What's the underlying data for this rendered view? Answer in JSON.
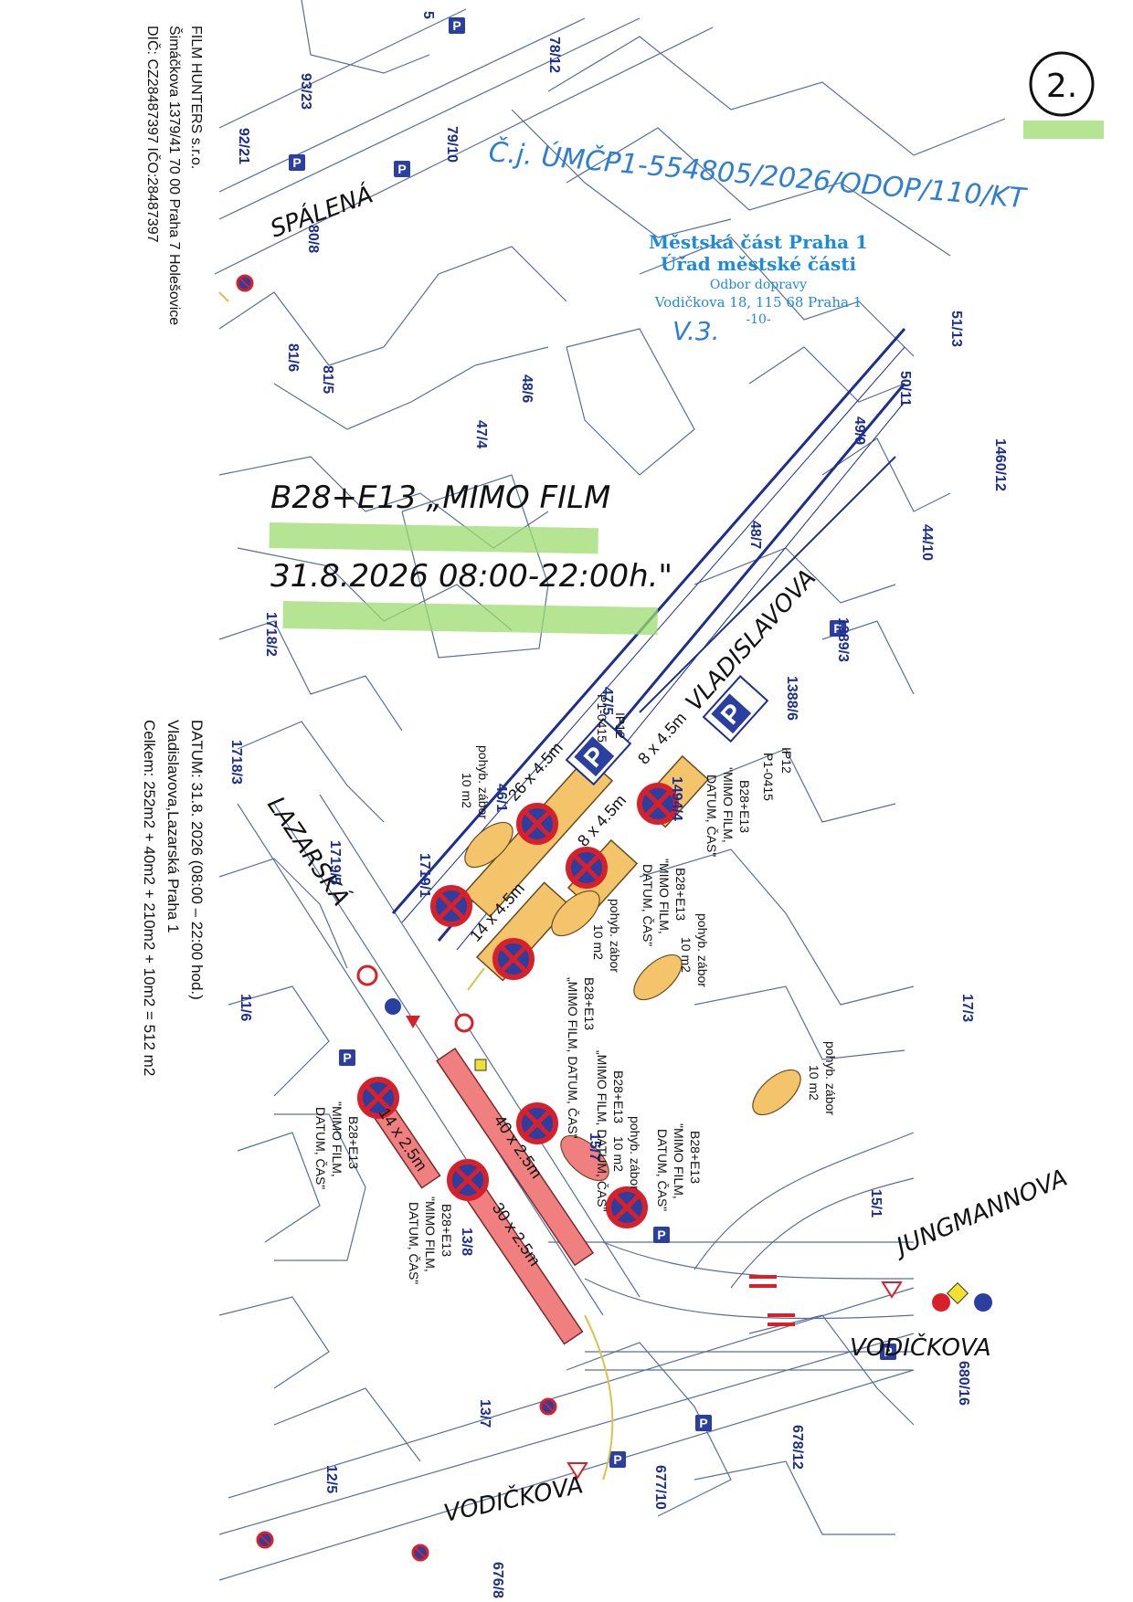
{
  "company": {
    "name": "FILM HUNTERS s.r.o.",
    "address": "Šimáčkova 1379/41 70 00 Praha 7 Holešovice",
    "ids": "DIČ: CZ28487397   IČO:28487397"
  },
  "handwritten": {
    "page_number": "2.",
    "reference": "Č.j. ÚMČP1-554805/2026/ODOP/110/KT",
    "initials": "V.3.",
    "sign_line1": "B28+E13 „MIMO FILM",
    "sign_line2": "31.8.2026  08:00-22:00h.\""
  },
  "stamp": {
    "line1": "Městská část Praha 1",
    "line2": "Úřad městské části",
    "line3": "Odbor dopravy",
    "line4": "Vodičkova 18, 115 68 Praha 1",
    "line5": "-10-"
  },
  "info": {
    "date": "DATUM:  31.8. 2026 (08:00 – 22:00 hod.)",
    "streets": "Vladislavova,Lazarská  Praha 1",
    "total": "Celkem: 252m2 + 40m2 + 210m2 + 10m2 = 512 m2"
  },
  "streets": {
    "spalena": "SPÁLENÁ",
    "vladislavova": "VLADISLAVOVA",
    "lazarska": "LAZARSKÁ",
    "jungmannova": "JUNGMANNOVA",
    "vodickova1": "VODIČKOVA",
    "vodickova2": "VODIČKOVA"
  },
  "parcels": [
    "93/23",
    "92/21",
    "79/10",
    "80/8",
    "78/12",
    "81/6",
    "81/5",
    "48/6",
    "47/4",
    "51/13",
    "50/11",
    "49/9",
    "1460/12",
    "44/10",
    "48/7",
    "1389/3",
    "1718/2",
    "47/5",
    "1388/6",
    "1718/3",
    "46/1",
    "1494/4",
    "1719/5",
    "1719/1",
    "11/6",
    "17/3",
    "15/7",
    "15/1",
    "13/8",
    "13/7",
    "12/5",
    "677/10",
    "678/12",
    "680/16",
    "676/8",
    "5"
  ],
  "zones": [
    {
      "dims": "26 x 4.5m",
      "color": "#f4c46a"
    },
    {
      "dims": "8 x 4.5m",
      "color": "#f4c46a"
    },
    {
      "dims": "8 x 4.5m",
      "color": "#f4c46a"
    },
    {
      "dims": "14 x 4.5m",
      "color": "#f4c46a"
    },
    {
      "dims": "40 x 2.5m",
      "color": "#f08080"
    },
    {
      "dims": "14 x 2.5m",
      "color": "#f08080"
    },
    {
      "dims": "30 x 2.5m",
      "color": "#f08080"
    }
  ],
  "labels": {
    "sign_a": "B28+E13",
    "sign_b": "\"MIMO FILM,",
    "sign_c": "DATUM, ČAS\"",
    "sign_d": "„MIMO FILM, DATUM, ČAS\"",
    "moving": "pohyb. zábor",
    "m2": "10 m2",
    "ip12": "IP12",
    "p1": "P1-0415",
    "p": "P"
  },
  "colors": {
    "map_line": "#5a6e9a",
    "blue_line": "#1c2f8f",
    "green": "#9ddc6e",
    "yellow_zone": "#f4c46a",
    "red_zone": "#f08080",
    "sign_blue": "#2a3f9f",
    "sign_red": "#d8202a"
  }
}
